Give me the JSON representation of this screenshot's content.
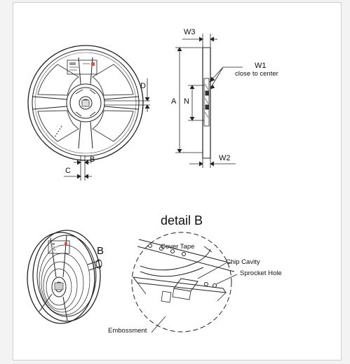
{
  "dimensions": {
    "w3": "W3",
    "w1": "W1",
    "w1_note": "close to center",
    "a": "A",
    "n": "N",
    "d": "D",
    "w2": "W2",
    "b": "B",
    "c": "C"
  },
  "detail": {
    "marker": "B",
    "title": "detail B",
    "cover_tape": "Cover Tape",
    "chip_cavity": "Chip Cavity",
    "sprocket_hole": "Sprocket Hole",
    "embossment": "Embossment"
  }
}
